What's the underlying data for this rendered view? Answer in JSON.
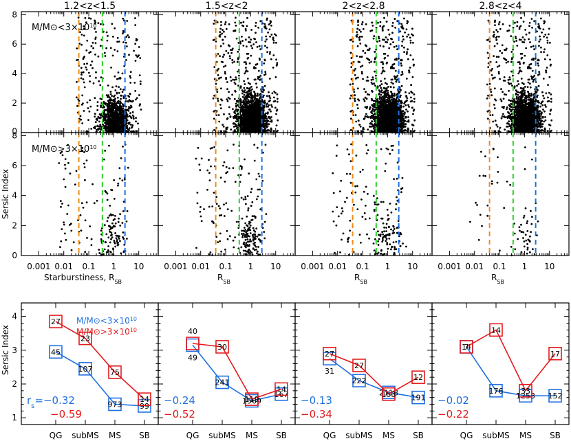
{
  "figure": {
    "ylabel": "Sersic Index",
    "xlabel_first": "Starburstiness, R",
    "xlabel_sub": "SB",
    "xlabel_other": "R",
    "mass_low_label": "M/M⊙<3×10",
    "mass_high_label": "M/M⊙>3×10",
    "mass_exp": "10",
    "legend_low": "M/M⊙<3×10",
    "legend_high": "M/M⊙>3×10",
    "rs_prefix": "r",
    "rs_sub": "s",
    "colors": {
      "low": "#1f6fe0",
      "high": "#e41a1c",
      "orange": "#f08c1e",
      "green": "#2fd12f",
      "blue": "#1f6fe0"
    }
  },
  "chart_data": [
    {
      "type": "scatter",
      "row": "low-mass",
      "titles": [
        "1.2<z<1.5",
        "1.5<z<2",
        "2<z<2.8",
        "2.8<z<4"
      ],
      "xscale": "log",
      "xlim": [
        0.0002,
        60
      ],
      "ylim": [
        0,
        8.2
      ],
      "xticks": [
        0.001,
        0.01,
        0.1,
        1,
        10
      ],
      "xtick_labels": [
        "0.001",
        "0.01",
        "0.1",
        "1",
        "10"
      ],
      "yticks": [
        0,
        2,
        4,
        6,
        8
      ],
      "vlines": [
        0.04,
        0.35,
        2.8
      ],
      "density_ranking": "scatter cloud centred near R_SB≈1, n≈1; denser at higher redshift"
    },
    {
      "type": "scatter",
      "row": "high-mass",
      "xscale": "log",
      "xlim": [
        0.0002,
        60
      ],
      "ylim": [
        0,
        8.2
      ],
      "xticks": [
        0.001,
        0.01,
        0.1,
        1,
        10
      ],
      "xtick_labels": [
        "0.001",
        "0.01",
        "0.1",
        "1",
        "10"
      ],
      "yticks": [
        0,
        2,
        4,
        6,
        8
      ],
      "vlines": [
        0.04,
        0.35,
        2.8
      ]
    },
    {
      "type": "line",
      "row": "summary",
      "categories": [
        "QG",
        "subMS",
        "MS",
        "SB"
      ],
      "ylim": [
        0.8,
        4.4
      ],
      "yticks": [
        1,
        2,
        3,
        4
      ],
      "panels": [
        {
          "low": {
            "values": [
              2.95,
              2.45,
              1.4,
              1.35
            ],
            "counts": [
              "45",
              "107",
              "973",
              "99"
            ]
          },
          "high": {
            "values": [
              3.85,
              3.35,
              2.35,
              1.55
            ],
            "counts": [
              "27",
              "23",
              "75",
              "14"
            ]
          },
          "rs_low": "=−0.32",
          "rs_high": "−0.59"
        },
        {
          "low": {
            "values": [
              3.15,
              2.05,
              1.5,
              1.7
            ],
            "counts": [
              "49",
              "241",
              "1569",
              "167"
            ]
          },
          "high": {
            "values": [
              3.2,
              3.1,
              1.55,
              1.85
            ],
            "counts": [
              "40",
              "30",
              "119",
              "14"
            ]
          },
          "rs_low": "−0.24",
          "rs_high": "−0.52"
        },
        {
          "low": {
            "values": [
              2.75,
              2.1,
              1.75,
              1.6
            ],
            "counts": [
              "31",
              "222",
              "2118",
              "191"
            ]
          },
          "high": {
            "values": [
              2.9,
              2.55,
              1.7,
              2.2
            ],
            "counts": [
              "27",
              "27",
              "153",
              "12"
            ]
          },
          "rs_low": "−0.13",
          "rs_high": "−0.34"
        },
        {
          "low": {
            "values": [
              3.1,
              1.8,
              1.65,
              1.65
            ],
            "counts": [
              "14",
              "176",
              "1253",
              "152"
            ]
          },
          "high": {
            "values": [
              3.1,
              3.6,
              1.8,
              2.9
            ],
            "counts": [
              "7",
              "14",
              "33",
              "17"
            ]
          },
          "rs_low": "−0.02",
          "rs_high": "−0.22"
        }
      ]
    }
  ]
}
